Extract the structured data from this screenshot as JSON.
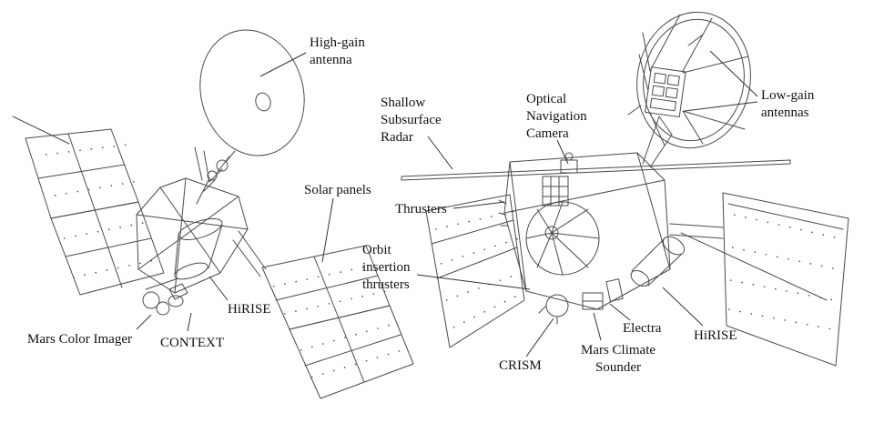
{
  "figure": {
    "description": "Line-art diagram of a spacecraft shown in two views with labeled instruments"
  },
  "colors": {
    "line": "#4a4a4a",
    "ink": "#111111",
    "background": "#ffffff"
  },
  "labels": {
    "high_gain_antenna": {
      "text": "High-gain\nantenna"
    },
    "shallow_subsurface_radar": {
      "text": "Shallow\nSubsurface\nRadar"
    },
    "optical_navigation_camera": {
      "text": "Optical\nNavigation\nCamera"
    },
    "low_gain_antennas": {
      "text": "Low-gain\nantennas"
    },
    "solar_panels": {
      "text": "Solar panels"
    },
    "thrusters": {
      "text": "Thrusters"
    },
    "orbit_insertion_thrusters": {
      "text": "Orbit\ninsertion\nthrusters"
    },
    "mars_color_imager": {
      "text": "Mars Color Imager"
    },
    "context": {
      "text": "CONTEXT"
    },
    "hirise_left": {
      "text": "HiRISE"
    },
    "crism": {
      "text": "CRISM"
    },
    "mars_climate_sounder": {
      "text": "Mars Climate\nSounder"
    },
    "electra": {
      "text": "Electra"
    },
    "hirise_right": {
      "text": "HiRISE"
    }
  }
}
